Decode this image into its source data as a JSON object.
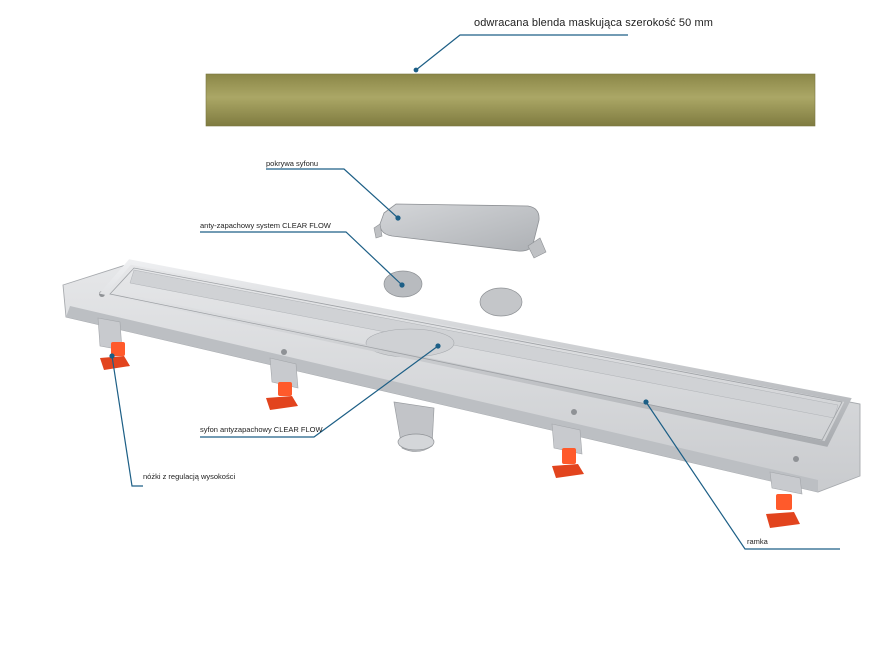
{
  "labels": {
    "masking_strip": "odwracana blenda maskująca szerokość 50 mm",
    "syphon_cover": "pokrywa syfonu",
    "odor_system": "anty-zapachowy system CLEAR FLOW",
    "syphon": "syfon antyzapachowy CLEAR FLOW",
    "feet": "nóżki z regulacją wysokości",
    "frame": "ramka"
  },
  "colors": {
    "leader_line": "#1d5f86",
    "brass_strip": "#9a9457",
    "tray": "#d9dadc",
    "steel": "#c4c6c9",
    "feet": "#f0502a"
  }
}
